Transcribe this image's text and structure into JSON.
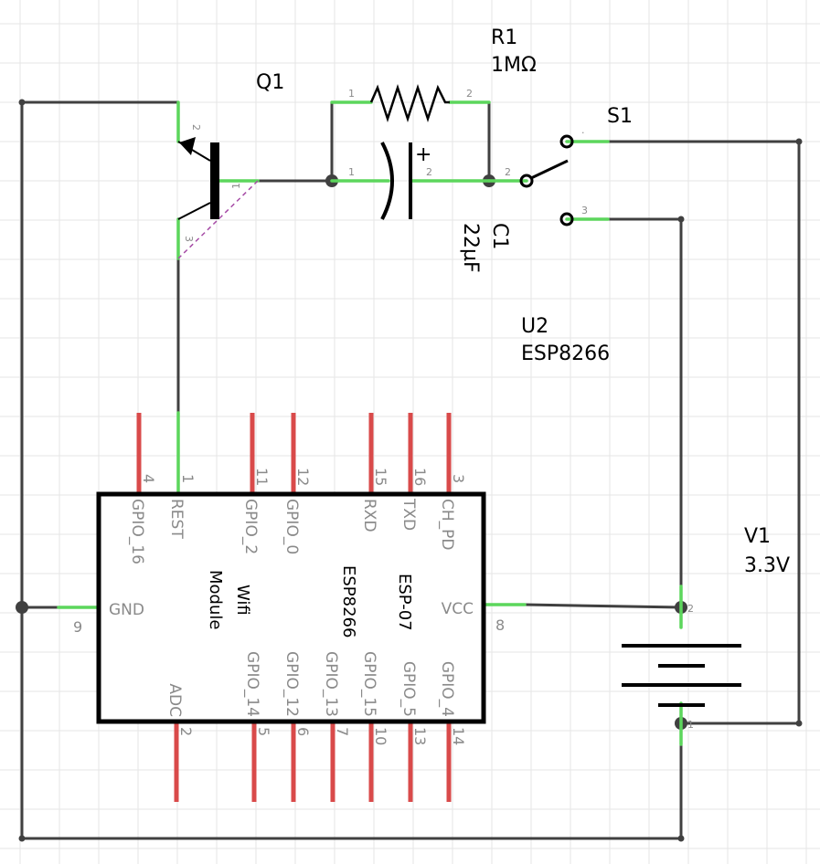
{
  "components": {
    "q1": {
      "ref": "Q1",
      "pins": {
        "p1": "1",
        "p2": "2",
        "p3": "3"
      }
    },
    "r1": {
      "ref": "R1",
      "value": "1MΩ",
      "pins": {
        "p1": "1",
        "p2": "2"
      }
    },
    "c1": {
      "ref": "C1",
      "value": "22µF",
      "polarity": "+",
      "pins": {
        "p1": "1",
        "p2": "2"
      }
    },
    "s1": {
      "ref": "S1",
      "pins": {
        "p1": "·",
        "p2": "2",
        "p3": "3"
      }
    },
    "u2": {
      "ref": "U2",
      "value": "ESP8266",
      "body_lines": [
        "Wifi",
        "Module",
        "ESP8266",
        "ESP-07"
      ],
      "top_pins": [
        {
          "num": "4",
          "name": "GPIO_16"
        },
        {
          "num": "1",
          "name": "REST"
        },
        {
          "num": "11",
          "name": "GPIO_2"
        },
        {
          "num": "12",
          "name": "GPIO_0"
        },
        {
          "num": "15",
          "name": "RXD"
        },
        {
          "num": "16",
          "name": "TXD"
        },
        {
          "num": "3",
          "name": "CH_PD"
        }
      ],
      "bottom_pins": [
        {
          "num": "2",
          "name": "ADC"
        },
        {
          "num": "5",
          "name": "GPIO_14"
        },
        {
          "num": "6",
          "name": "GPIO_12"
        },
        {
          "num": "7",
          "name": "GPIO_13"
        },
        {
          "num": "10",
          "name": "GPIO_15"
        },
        {
          "num": "13",
          "name": "GPIO_5"
        },
        {
          "num": "14",
          "name": "GPIO_4"
        }
      ],
      "left_pin": {
        "num": "9",
        "name": "GND"
      },
      "right_pin": {
        "num": "8",
        "name": "VCC"
      }
    },
    "v1": {
      "ref": "V1",
      "value": "3.3V",
      "pins": {
        "p1": "1",
        "p2": "2"
      }
    }
  },
  "colors": {
    "wire": "#404040",
    "connected_pin": "#5cd65c",
    "unconnected_pin": "#d94a4a",
    "grid": "#e6e6e6",
    "ratsnest": "#a64ca6"
  }
}
